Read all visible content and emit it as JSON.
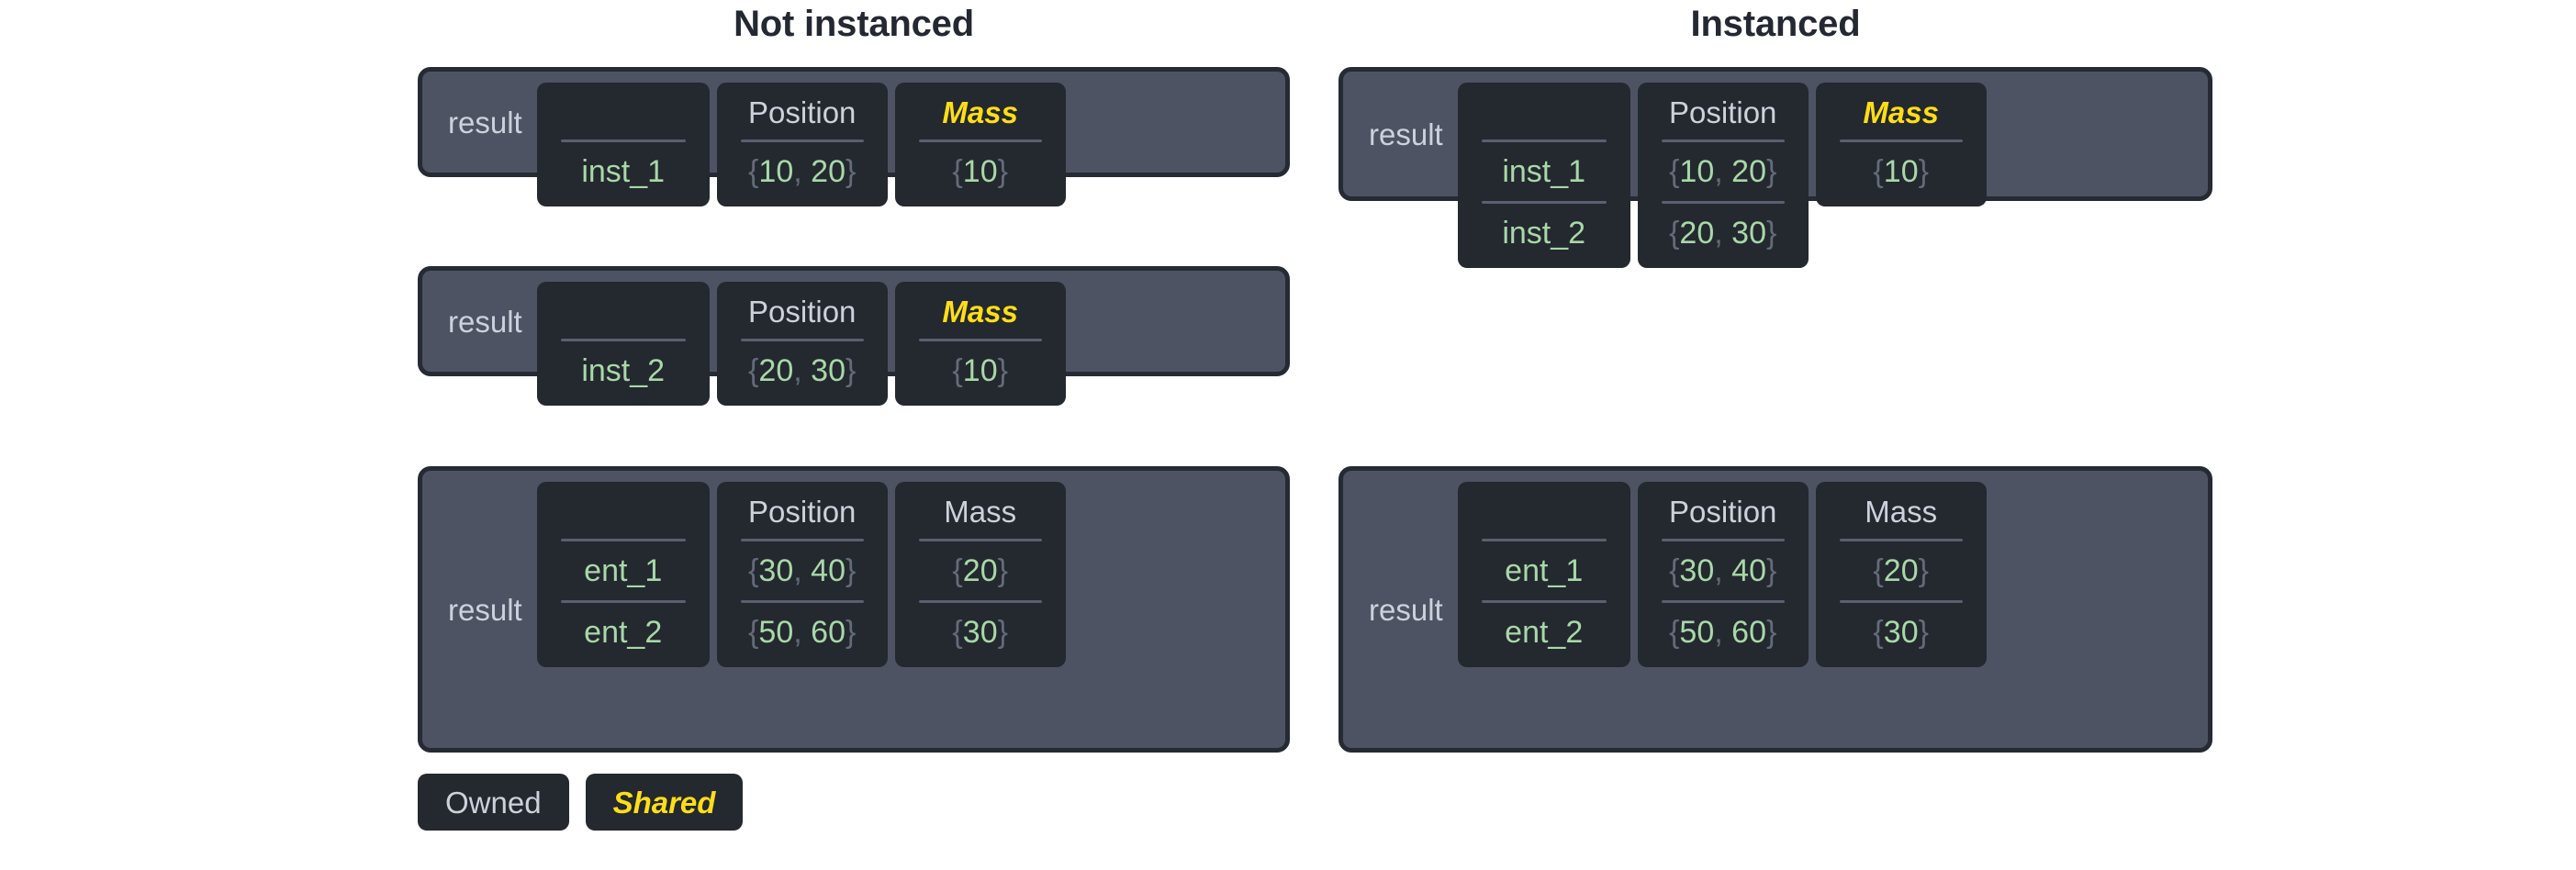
{
  "columns": {
    "left_title": "Not instanced",
    "right_title": "Instanced"
  },
  "labels": {
    "result": "result",
    "position_header": "Position",
    "mass_header": "Mass",
    "blank_header": ""
  },
  "colors": {
    "panel_bg": "#4e5364",
    "panel_border": "#252a33",
    "cell_bg": "#24282f",
    "header_text": "#cdd1dc",
    "shared_text": "#ffde17",
    "value_text": "#a8d8a8",
    "brace_text": "#636b79",
    "rule": "#596070",
    "title_text": "#242832",
    "page_bg": "#ffffff"
  },
  "not_instanced": {
    "tables": [
      {
        "label": "result",
        "headers": {
          "name": "",
          "position": "Position",
          "mass": "Mass"
        },
        "mass_shared": true,
        "rows": [
          {
            "name": "inst_1",
            "position": "{10, 20}",
            "position_x": "10",
            "position_y": "20",
            "mass": "{10}",
            "mass_value": "10"
          }
        ]
      },
      {
        "label": "result",
        "headers": {
          "name": "",
          "position": "Position",
          "mass": "Mass"
        },
        "mass_shared": true,
        "rows": [
          {
            "name": "inst_2",
            "position": "{20, 30}",
            "position_x": "20",
            "position_y": "30",
            "mass": "{10}",
            "mass_value": "10"
          }
        ]
      },
      {
        "label": "result",
        "headers": {
          "name": "",
          "position": "Position",
          "mass": "Mass"
        },
        "mass_shared": false,
        "rows": [
          {
            "name": "ent_1",
            "position": "{30, 40}",
            "position_x": "30",
            "position_y": "40",
            "mass": "{20}",
            "mass_value": "20"
          },
          {
            "name": "ent_2",
            "position": "{50, 60}",
            "position_x": "50",
            "position_y": "60",
            "mass": "{30}",
            "mass_value": "30"
          }
        ]
      }
    ]
  },
  "instanced": {
    "tables": [
      {
        "label": "result",
        "headers": {
          "name": "",
          "position": "Position",
          "mass": "Mass"
        },
        "mass_shared": true,
        "mass_rows": 1,
        "rows": [
          {
            "name": "inst_1",
            "position": "{10, 20}",
            "position_x": "10",
            "position_y": "20",
            "mass": "{10}",
            "mass_value": "10"
          },
          {
            "name": "inst_2",
            "position": "{20, 30}",
            "position_x": "20",
            "position_y": "30",
            "mass": "",
            "mass_value": ""
          }
        ]
      },
      {
        "label": "result",
        "headers": {
          "name": "",
          "position": "Position",
          "mass": "Mass"
        },
        "mass_shared": false,
        "mass_rows": 2,
        "rows": [
          {
            "name": "ent_1",
            "position": "{30, 40}",
            "position_x": "30",
            "position_y": "40",
            "mass": "{20}",
            "mass_value": "20"
          },
          {
            "name": "ent_2",
            "position": "{50, 60}",
            "position_x": "50",
            "position_y": "60",
            "mass": "{30}",
            "mass_value": "30"
          }
        ]
      }
    ]
  },
  "legend": {
    "owned": "Owned",
    "shared": "Shared"
  }
}
